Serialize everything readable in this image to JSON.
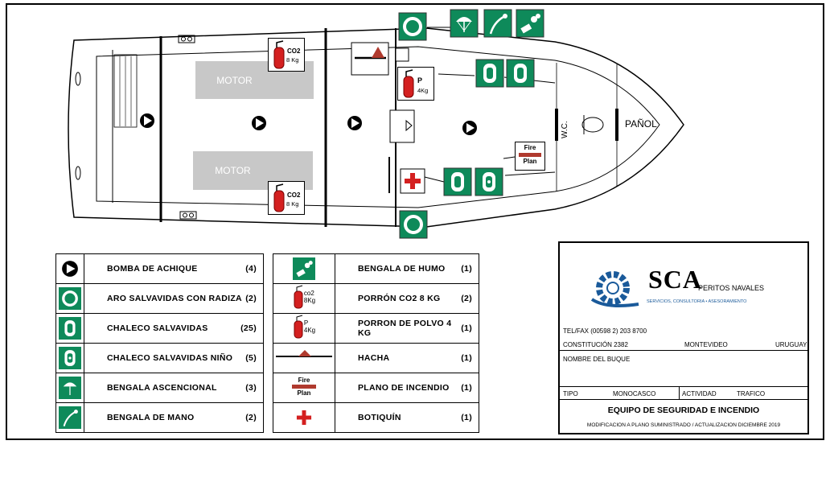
{
  "plan": {
    "motor_label": "MOTOR",
    "panol_label": "PAÑOL",
    "wc_label": "W.C.",
    "co2_label": "CO2",
    "co2_weight": "8 Kg",
    "powder_label": "P",
    "powder_weight": "4Kg",
    "fire_plan_top": "Fire",
    "fire_plan_bottom": "Plan"
  },
  "legend_left": [
    {
      "icon": "bilge-pump-icon",
      "label": "BOMBA DE ACHIQUE",
      "count": "(4)"
    },
    {
      "icon": "lifebuoy-with-light-icon",
      "label": "ARO SALVAVIDAS CON RADIZA",
      "count": "(2)"
    },
    {
      "icon": "life-jacket-icon",
      "label": "CHALECO SALVAVIDAS",
      "count": "(25)"
    },
    {
      "icon": "child-life-jacket-icon",
      "label": "CHALECO SALVAVIDAS  NIÑO",
      "count": "(5)"
    },
    {
      "icon": "parachute-flare-icon",
      "label": "BENGALA  ASCENCIONAL",
      "count": "(3)"
    },
    {
      "icon": "hand-flare-icon",
      "label": "BENGALA DE MANO",
      "count": "(2)"
    }
  ],
  "legend_right": [
    {
      "icon": "smoke-signal-icon",
      "label": "BENGALA DE HUMO",
      "count": "(1)"
    },
    {
      "icon": "co2-extinguisher-icon",
      "label": "PORRÓN CO2   8 KG",
      "count": "(2)",
      "icon_text": "co2",
      "icon_sub": "8Kg"
    },
    {
      "icon": "powder-extinguisher-icon",
      "label": "PORRON DE POLVO  4 KG",
      "count": "(1)",
      "icon_text": "P",
      "icon_sub": "4Kg"
    },
    {
      "icon": "axe-icon",
      "label": "HACHA",
      "count": "(1)"
    },
    {
      "icon": "fire-plan-icon",
      "label": "PLANO DE INCENDIO",
      "count": "(1)",
      "icon_text": "Fire",
      "icon_sub": "Plan"
    },
    {
      "icon": "first-aid-icon",
      "label": "BOTIQUÍN",
      "count": "(1)"
    }
  ],
  "title_block": {
    "company": "SCA",
    "company_sub": "PERITOS NAVALES",
    "company_tagline": "SERVICIOS, CONSULTORIA • ASESORAMIENTO",
    "telfax": "TEL/FAX (00598 2) 203 8700",
    "address": "CONSTITUCIÓN 2382",
    "city": "MONTEVIDEO",
    "country": "URUGUAY",
    "ship_name_label": "NOMBRE DEL BUQUE",
    "type_label": "TIPO",
    "type_value": "MONOCASCO",
    "activity_label": "ACTIVIDAD",
    "activity_value": "TRAFICO",
    "drawing_title": "EQUIPO DE SEGURIDAD E INCENDIO",
    "revision_note": "MODIFICACION A PLANO SUMINISTRADO / ACTUALIZACION DICIEMBRE 2019"
  },
  "colors": {
    "safety_green": "#0e8a5a",
    "fire_red": "#d42020",
    "motor_gray": "#c8c8c8",
    "brand_blue": "#1a5a9a"
  }
}
